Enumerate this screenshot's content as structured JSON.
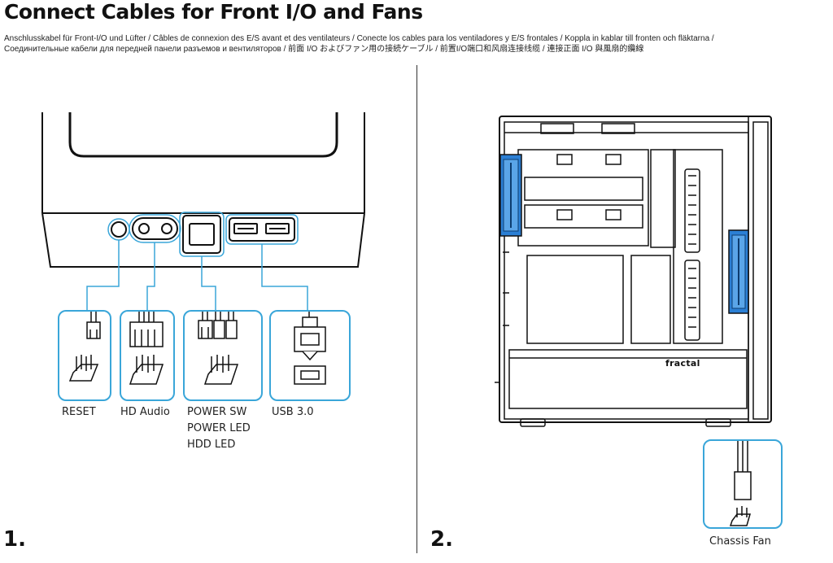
{
  "header": {
    "title": "Connect Cables for Front I/O and Fans",
    "subtitle_line1": "Anschlusskabel für Front-I/O und Lüfter / Câbles de connexion des E/S avant et des ventilateurs / Conecte los cables para los ventiladores y E/S frontales / Koppla in kablar till fronten och fläktarna /",
    "subtitle_line2": "Соединительные кабели для передней панели разъемов и вентиляторов / 前面 I/O およびファン用の接続ケーブル / 前置I/O端口和风扇连接线缆 / 連接正面 I/O 與風扇的纜線"
  },
  "step1": {
    "number": "1.",
    "connectors": {
      "reset": "RESET",
      "hd_audio": "HD Audio",
      "power_sw": "POWER SW",
      "power_led": "POWER LED",
      "hdd_led": "HDD LED",
      "usb3": "USB 3.0"
    }
  },
  "step2": {
    "number": "2.",
    "brand": "fractal",
    "chassis_fan": "Chassis Fan"
  },
  "colors": {
    "accent": "#3aa6d9",
    "fan_blue": "#2b7fd4",
    "line": "#111111"
  }
}
